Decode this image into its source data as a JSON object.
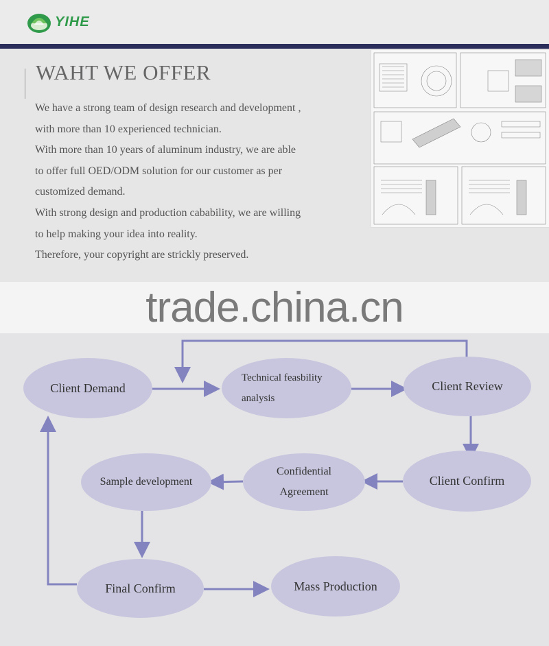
{
  "brand": {
    "name": "YIHE"
  },
  "offer": {
    "title": "WAHT WE OFFER",
    "lines": [
      "We have a strong team of design research and development ,",
      "with more than 10 experienced technician.",
      "With more than 10 years of aluminum industry, we are able",
      "to offer full OED/ODM solution for our customer as per",
      "customized demand.",
      "With strong design and production cabability, we are willing",
      "to help making your idea into reality.",
      "Therefore, your copyright are strickly preserved."
    ]
  },
  "watermark": "trade.china.cn",
  "flow": {
    "nodes": {
      "client_demand": "Client Demand",
      "technical_line1": "Technical feasbility",
      "technical_line2": "analysis",
      "client_review": "Client Review",
      "client_confirm": "Client Confirm",
      "confidential_line1": "Confidential",
      "confidential_line2": "Agreement",
      "sample_development": "Sample development",
      "final_confirm": "Final Confirm",
      "mass_production": "Mass Production"
    }
  },
  "colors": {
    "node_fill": "#c7c6de",
    "arrow": "#8383c0",
    "nav_bar": "#2b2d5a",
    "logo_green": "#2f9b4a"
  }
}
